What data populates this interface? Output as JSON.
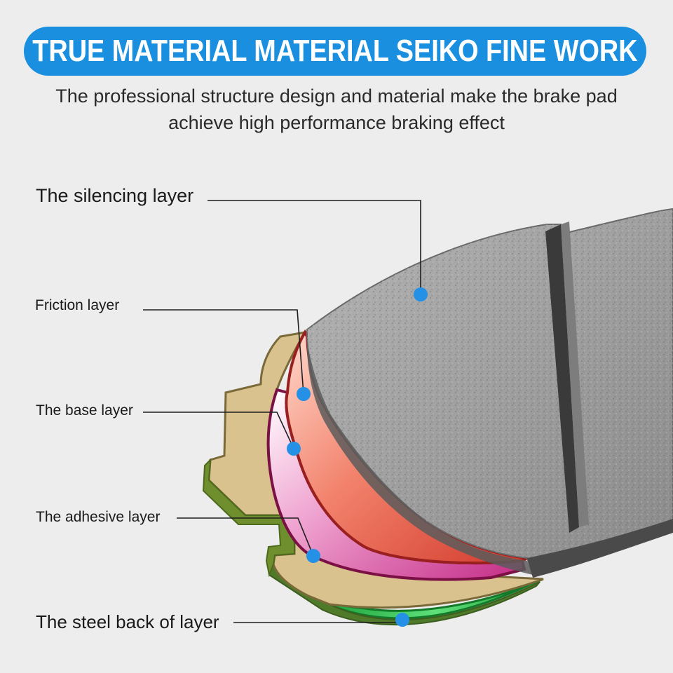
{
  "banner": {
    "title": "TRUE MATERIAL MATERIAL SEIKO FINE WORK"
  },
  "subtitle": {
    "line1": "The professional structure design and material make the brake pad",
    "line2": "achieve high performance braking effect"
  },
  "layers": [
    {
      "label": "The silencing layer"
    },
    {
      "label": "Friction layer"
    },
    {
      "label": "The base layer"
    },
    {
      "label": "The adhesive layer"
    },
    {
      "label": "The steel back of layer"
    }
  ],
  "colors": {
    "background": "#ededed",
    "banner": "#1a8fe0",
    "marker_dot": "#2491e6",
    "friction_layer": "#e85a4a",
    "base_layer": "#e07ab8",
    "adhesive_layer": "#d7c18e",
    "steel_back": "#33cc55",
    "pad_surface": "#9a9a9a"
  }
}
